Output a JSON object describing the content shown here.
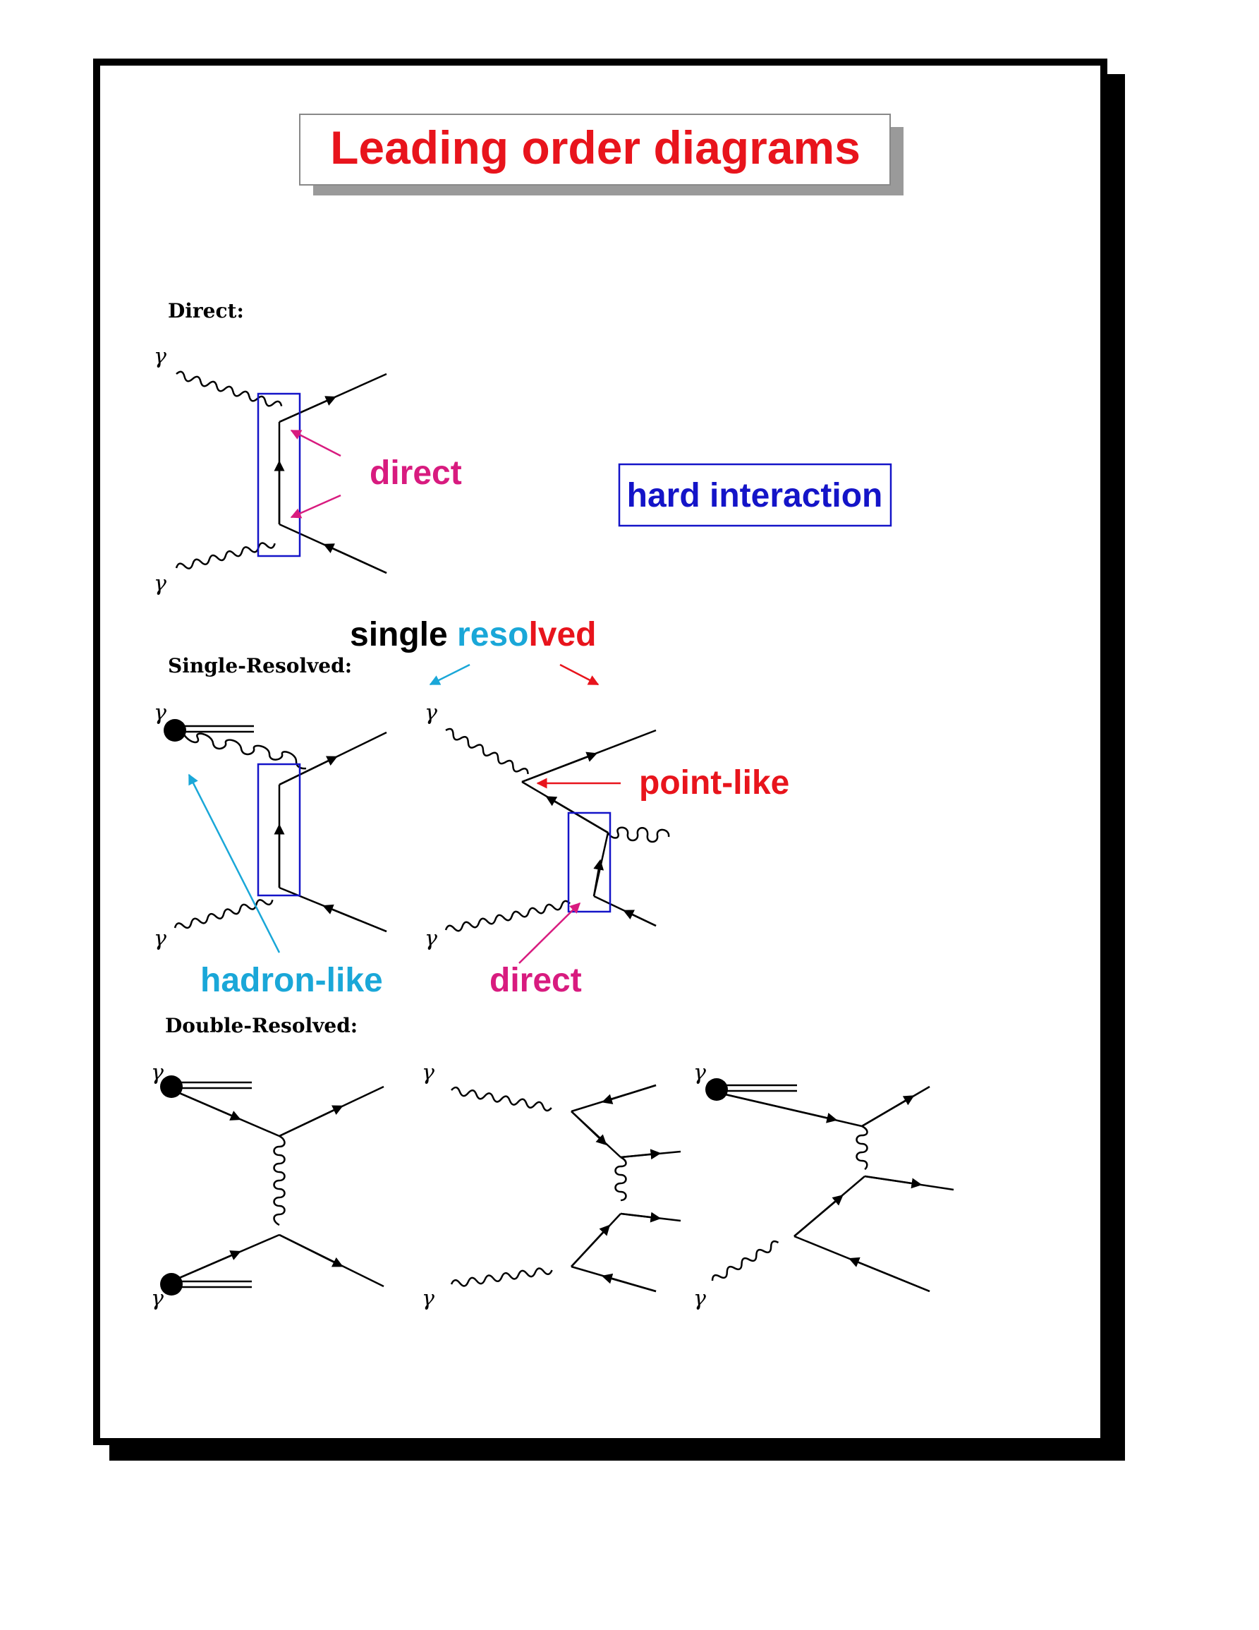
{
  "title": "Leading order diagrams",
  "legend_box": "hard interaction",
  "sections": {
    "direct": "Direct:",
    "single": "Single-Resolved:",
    "double": "Double-Resolved:"
  },
  "labels": {
    "direct_top": "direct",
    "single_word1": "single",
    "single_word2a": "reso",
    "single_word2b": "lved",
    "point_like": "point-like",
    "hadron_like": "hadron-like",
    "direct_bottom": "direct",
    "gamma": "γ"
  },
  "colors": {
    "title": "#e8141c",
    "box": "#1414c8",
    "magenta": "#d81b7f",
    "cyan": "#1aa7d8",
    "red": "#e8141c",
    "black": "#000000",
    "shadow": "#9a9a9a"
  }
}
